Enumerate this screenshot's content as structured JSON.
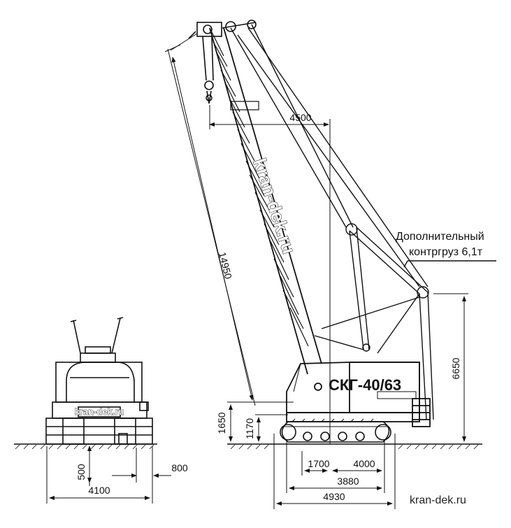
{
  "model_label": "СКГ-40/63",
  "dimensions": {
    "boom_length": "14950",
    "boom_reach": "4500",
    "counterweight_height": "6650",
    "pivot_height": "1650",
    "track_height": "1170",
    "front_offset": "1700",
    "rear_offset": "4000",
    "track_base": "3880",
    "overall_length": "4930",
    "front_width": "4100",
    "track_width": "800",
    "clearance": "500"
  },
  "counterweight_note": {
    "line1": "Дополнительный",
    "line2": "контргруз 6,1т"
  },
  "watermark": "kran-dek.ru",
  "footer_site": "kran-dek.ru"
}
